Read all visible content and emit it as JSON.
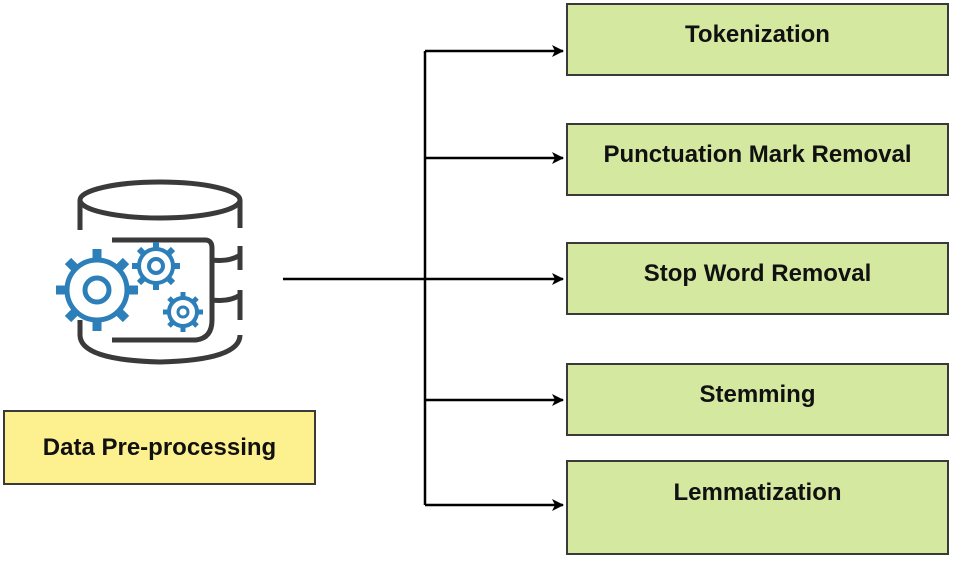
{
  "source": {
    "label": "Data Pre-processing",
    "icon": "database-gears-icon",
    "fill_color": "#fdf18f"
  },
  "steps": [
    {
      "label": "Tokenization"
    },
    {
      "label": "Punctuation Mark Removal"
    },
    {
      "label": "Stop Word Removal"
    },
    {
      "label": "Stemming"
    },
    {
      "label": "Lemmatization"
    }
  ],
  "colors": {
    "step_fill": "#d5e8a0",
    "border": "#3a3a3a",
    "connector": "#000000",
    "icon_stroke": "#3a3a3a",
    "gear_stroke": "#2c7fb8"
  }
}
